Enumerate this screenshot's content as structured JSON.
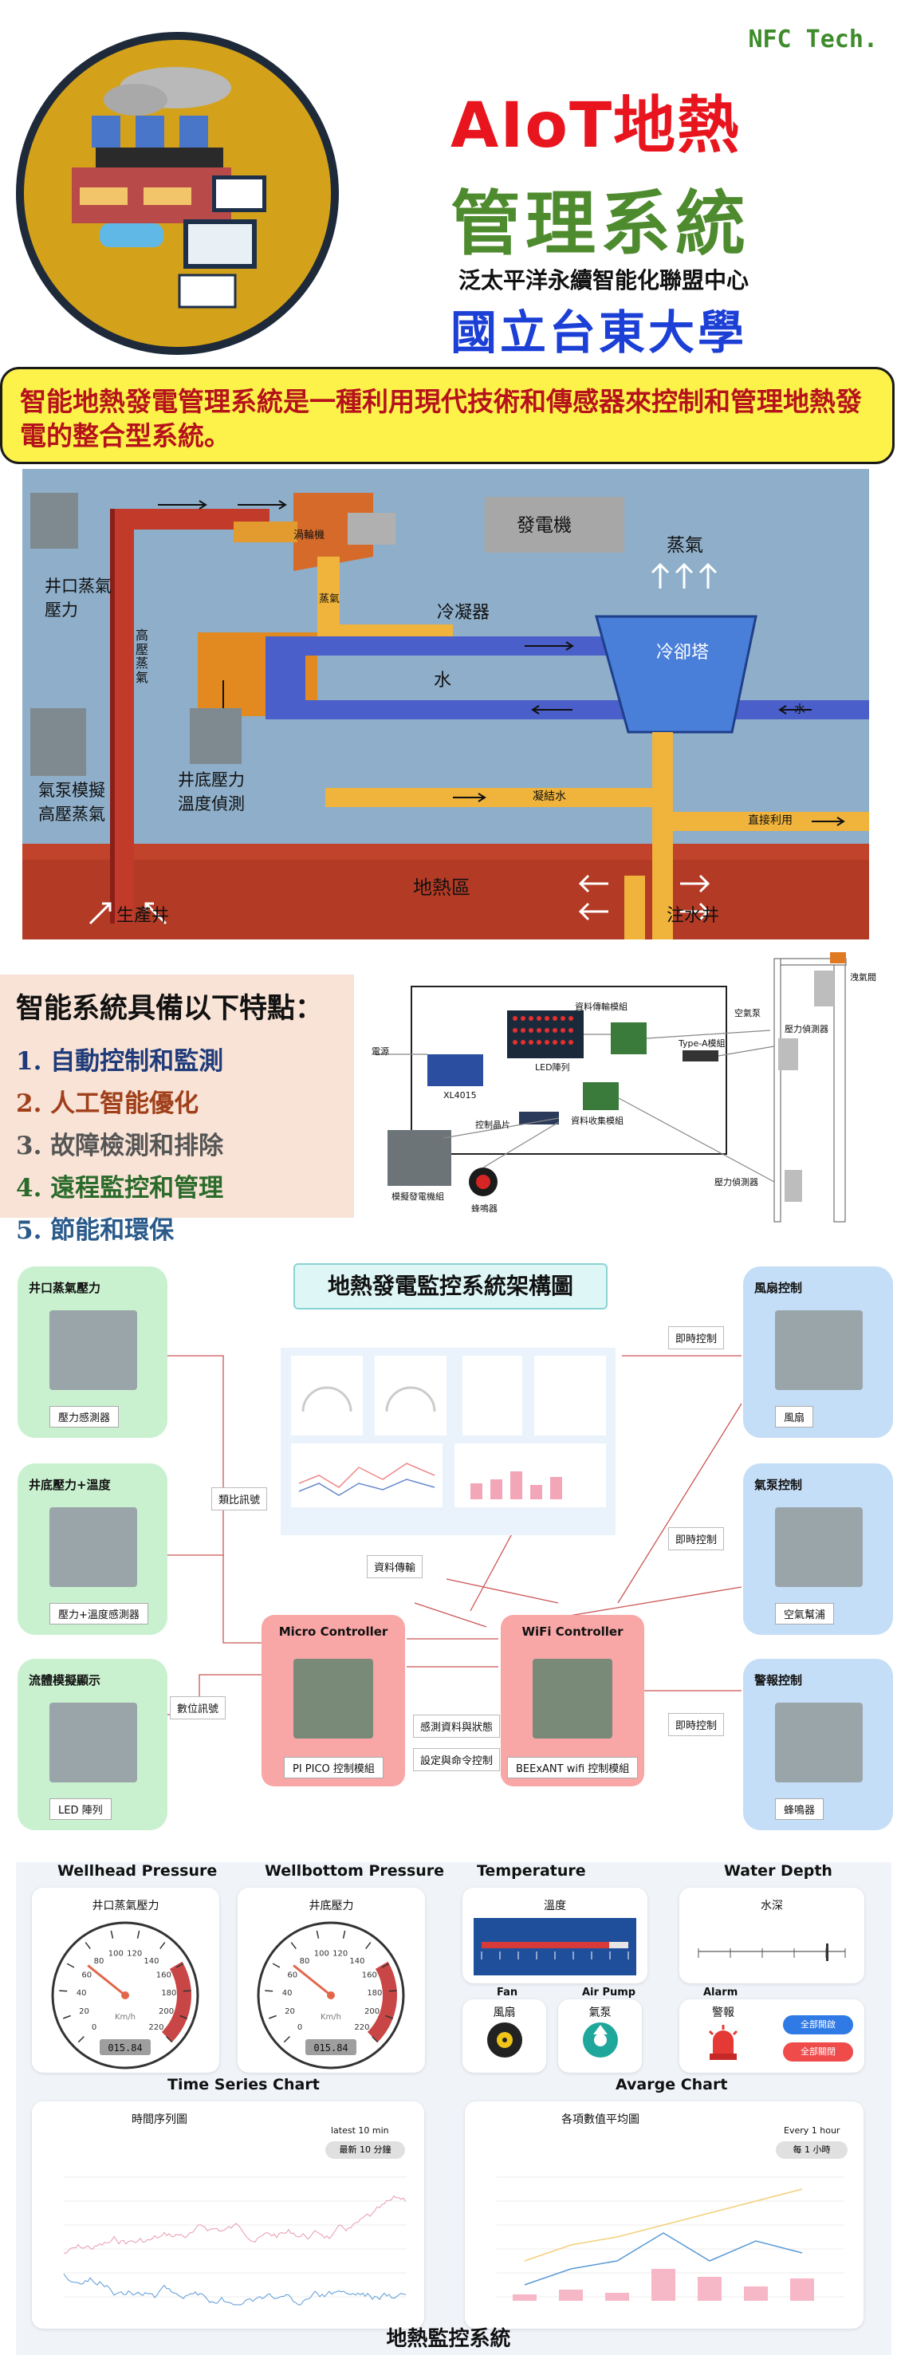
{
  "header": {
    "brand": "NFC Tech.",
    "title_line1": "AIoT地熱",
    "title_line2": "管理系統",
    "center": "泛太平洋永續智能化聯盟中心",
    "university": "國立台東大學"
  },
  "intro": "智能地熱發電管理系統是一種利用現代技術和傳感器來控制和管理地熱發電的整合型系統。",
  "process_diagram": {
    "turbine": "渦輪機",
    "generator": "發電機",
    "steam": "蒸氣",
    "steam_small": "蒸氣",
    "condenser": "冷凝器",
    "water_box": "水",
    "cooling_tower": "冷卻塔",
    "water_in": "水",
    "condensate": "凝結水",
    "direct_use": "直接利用",
    "wellhead_label": "井口蒸氣\n壓力",
    "pump_label": "氣泵模擬\n高壓蒸氣",
    "bottom_label": "井底壓力\n溫度偵測",
    "hp_steam": "高壓蒸氣",
    "geothermal_zone": "地熱區",
    "production_well": "生產井",
    "injection_well": "注水井"
  },
  "features": {
    "title": "智能系統具備以下特點：",
    "items": [
      {
        "text": "1. 自動控制和監測",
        "color": "#1f3b7a"
      },
      {
        "text": "2. 人工智能優化",
        "color": "#a0401a"
      },
      {
        "text": "3. 故障檢測和排除",
        "color": "#555555"
      },
      {
        "text": "4. 遠程監控和管理",
        "color": "#2a6a2a"
      },
      {
        "text": "5. 節能和環保",
        "color": "#2a5a8a"
      }
    ]
  },
  "hardware": {
    "power": "電源",
    "xl4015": "XL4015",
    "led_array": "LED陣列",
    "data_module": "資料傳輸模組",
    "typea": "Type-A模組",
    "control_chip": "控制晶片",
    "collect_module": "資料收集模組",
    "generator_module": "模擬發電機組",
    "buzzer": "蜂鳴器",
    "air_pump": "空氣泵",
    "pressure_sensor": "壓力偵測器",
    "pressure_sensor2": "壓力偵測器",
    "relief_valve": "洩氣閥"
  },
  "architecture": {
    "title": "地熱發電監控系統架構圖",
    "left_cards": [
      {
        "title": "井口蒸氣壓力",
        "label": "壓力感測器"
      },
      {
        "title": "井底壓力+溫度",
        "label": "壓力+溫度感測器"
      },
      {
        "title": "流體模擬顯示",
        "label": "LED 陣列"
      }
    ],
    "right_cards": [
      {
        "title": "風扇控制",
        "label": "風扇"
      },
      {
        "title": "氣泵控制",
        "label": "空氣幫浦"
      },
      {
        "title": "警報控制",
        "label": "蜂鳴器"
      }
    ],
    "micro_title": "Micro Controller",
    "micro_label": "PI PICO 控制模組",
    "wifi_title": "WiFi Controller",
    "wifi_label": "BEExANT wifi 控制模組",
    "analog": "類比訊號",
    "digital": "數位訊號",
    "data_tx": "資料傳輸",
    "sensor_state": "感測資料與狀態",
    "set_cmd": "設定與命令控制",
    "realtime": [
      "即時控制",
      "即時控制",
      "即時控制"
    ]
  },
  "dashboard": {
    "wellhead": {
      "heading": "Wellhead Pressure",
      "title": "井口蒸氣壓力",
      "value": "015.84",
      "unit": "Km/h",
      "level": 0.31,
      "ticks": [
        "0",
        "20",
        "40",
        "60",
        "80",
        "100",
        "120",
        "140",
        "160",
        "180",
        "200",
        "220"
      ]
    },
    "wellbottom": {
      "heading": "Wellbottom Pressure",
      "title": "井底壓力",
      "value": "015.84",
      "unit": "Km/h",
      "level": 0.31,
      "ticks": [
        "0",
        "20",
        "40",
        "60",
        "80",
        "100",
        "120",
        "140",
        "160",
        "180",
        "200",
        "220"
      ]
    },
    "temperature": {
      "heading": "Temperature",
      "title": "溫度"
    },
    "water_depth": {
      "heading": "Water Depth",
      "title": "水深"
    },
    "fan": {
      "heading": "Fan",
      "title": "風扇"
    },
    "air_pump": {
      "heading": "Air Pump",
      "title": "氣泵"
    },
    "alarm": {
      "heading": "Alarm",
      "title": "警報",
      "btn_on": "全部開啟",
      "btn_off": "全部關閉"
    },
    "time_series": {
      "heading": "Time Series Chart",
      "title": "時間序列圖",
      "note": "latest 10 min",
      "chip": "最新 10 分鐘"
    },
    "average": {
      "heading": "Avarge Chart",
      "title": "各項數值平均圖",
      "note": "Every 1 hour",
      "chip": "每 1 小時"
    }
  },
  "footer": "地熱監控系統",
  "colors": {
    "accent_red": "#e8151f",
    "accent_green": "#4e8b2e",
    "accent_blue": "#1c3fd6"
  }
}
